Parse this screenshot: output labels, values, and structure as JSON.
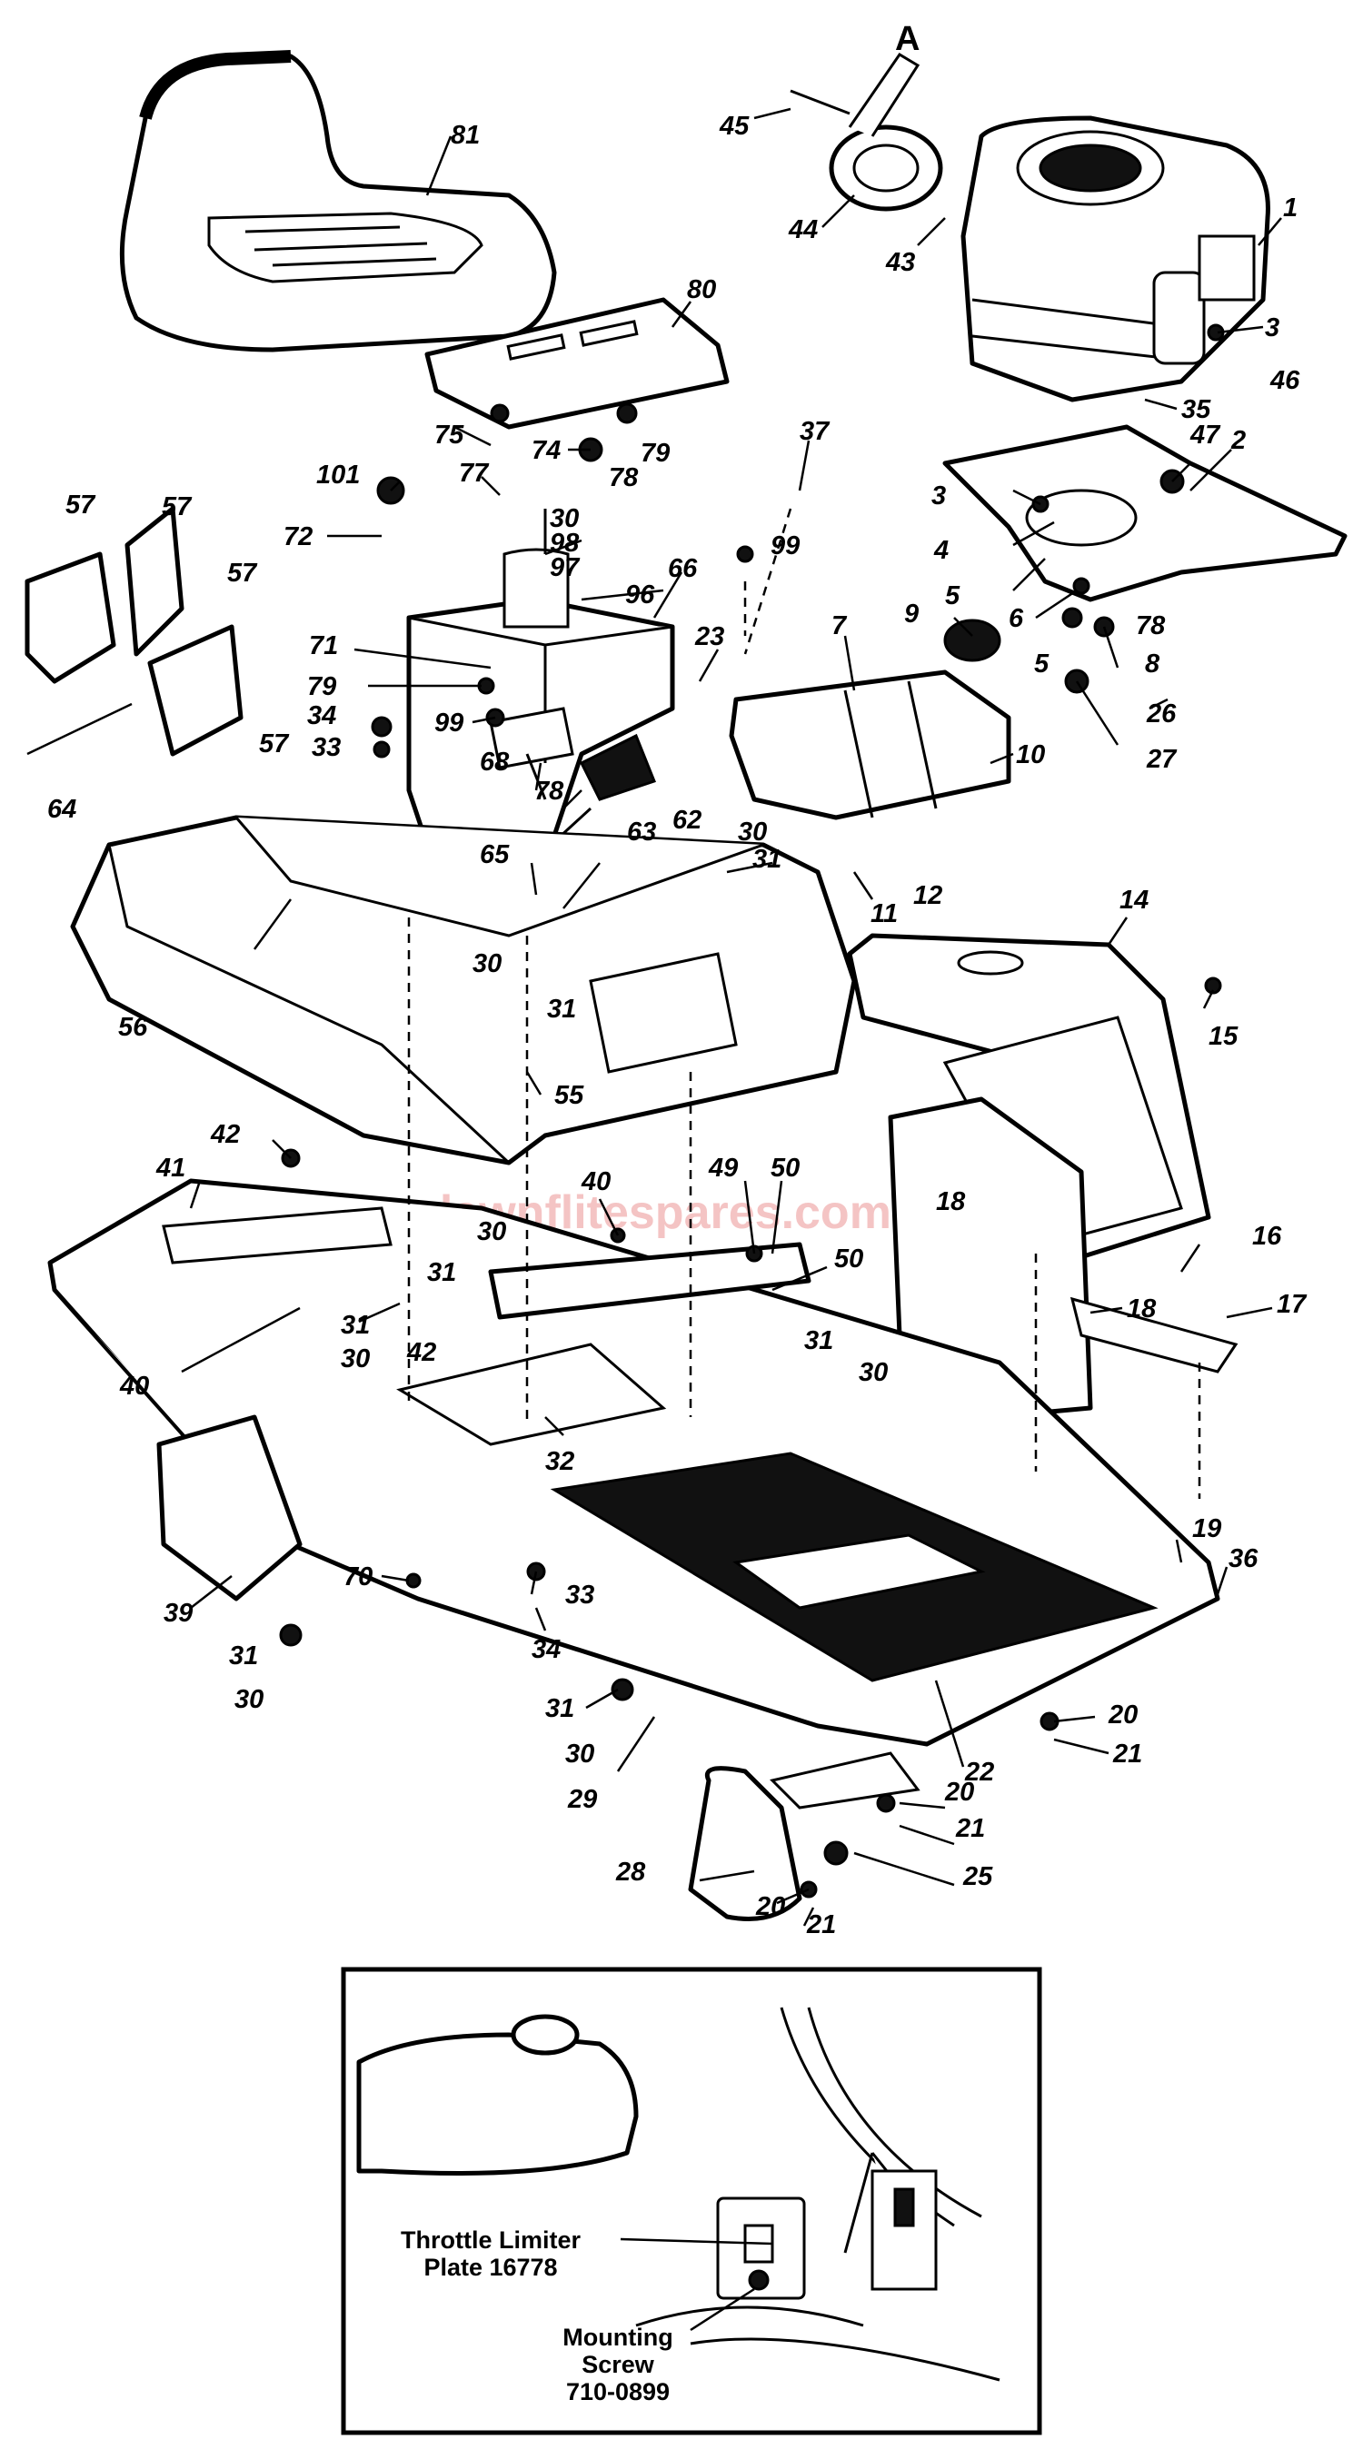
{
  "diagram": {
    "watermark": "www.lawnflitespares.com",
    "section_marker": "A",
    "callouts": [
      {
        "id": "c81",
        "label": "81"
      },
      {
        "id": "c80",
        "label": "80"
      },
      {
        "id": "c45",
        "label": "45"
      },
      {
        "id": "c44",
        "label": "44"
      },
      {
        "id": "c43",
        "label": "43"
      },
      {
        "id": "c1",
        "label": "1"
      },
      {
        "id": "c3a",
        "label": "3"
      },
      {
        "id": "c46",
        "label": "46"
      },
      {
        "id": "c35",
        "label": "35"
      },
      {
        "id": "c47",
        "label": "47"
      },
      {
        "id": "c2",
        "label": "2"
      },
      {
        "id": "c75",
        "label": "75"
      },
      {
        "id": "c74",
        "label": "74"
      },
      {
        "id": "c79a",
        "label": "79"
      },
      {
        "id": "c78a",
        "label": "78"
      },
      {
        "id": "c37",
        "label": "37"
      },
      {
        "id": "c101",
        "label": "101"
      },
      {
        "id": "c77",
        "label": "77"
      },
      {
        "id": "c30a",
        "label": "30"
      },
      {
        "id": "c98",
        "label": "98"
      },
      {
        "id": "c97",
        "label": "97"
      },
      {
        "id": "c99a",
        "label": "99"
      },
      {
        "id": "c72",
        "label": "72"
      },
      {
        "id": "c96",
        "label": "96"
      },
      {
        "id": "c66",
        "label": "66"
      },
      {
        "id": "c3b",
        "label": "3"
      },
      {
        "id": "c4",
        "label": "4"
      },
      {
        "id": "c5a",
        "label": "5"
      },
      {
        "id": "c6",
        "label": "6"
      },
      {
        "id": "c57a",
        "label": "57"
      },
      {
        "id": "c57b",
        "label": "57"
      },
      {
        "id": "c57c",
        "label": "57"
      },
      {
        "id": "c57d",
        "label": "57"
      },
      {
        "id": "c9",
        "label": "9"
      },
      {
        "id": "c7",
        "label": "7"
      },
      {
        "id": "c23",
        "label": "23"
      },
      {
        "id": "c71",
        "label": "71"
      },
      {
        "id": "c79b",
        "label": "79"
      },
      {
        "id": "c5b",
        "label": "5"
      },
      {
        "id": "c78b",
        "label": "78"
      },
      {
        "id": "c8",
        "label": "8"
      },
      {
        "id": "c26",
        "label": "26"
      },
      {
        "id": "c34a",
        "label": "34"
      },
      {
        "id": "c99b",
        "label": "99"
      },
      {
        "id": "c33a",
        "label": "33"
      },
      {
        "id": "c68",
        "label": "68"
      },
      {
        "id": "c78c",
        "label": "78"
      },
      {
        "id": "c27",
        "label": "27"
      },
      {
        "id": "c10",
        "label": "10"
      },
      {
        "id": "c64",
        "label": "64"
      },
      {
        "id": "c63",
        "label": "63"
      },
      {
        "id": "c62",
        "label": "62"
      },
      {
        "id": "c30b",
        "label": "30"
      },
      {
        "id": "c31a",
        "label": "31"
      },
      {
        "id": "c65",
        "label": "65"
      },
      {
        "id": "c11",
        "label": "11"
      },
      {
        "id": "c12",
        "label": "12"
      },
      {
        "id": "c14",
        "label": "14"
      },
      {
        "id": "c30c",
        "label": "30"
      },
      {
        "id": "c31b",
        "label": "31"
      },
      {
        "id": "c15",
        "label": "15"
      },
      {
        "id": "c56",
        "label": "56"
      },
      {
        "id": "c55",
        "label": "55"
      },
      {
        "id": "c42a",
        "label": "42"
      },
      {
        "id": "c40a",
        "label": "40"
      },
      {
        "id": "c49",
        "label": "49"
      },
      {
        "id": "c50a",
        "label": "50"
      },
      {
        "id": "c41",
        "label": "41"
      },
      {
        "id": "c18a",
        "label": "18"
      },
      {
        "id": "c16",
        "label": "16"
      },
      {
        "id": "c30d",
        "label": "30"
      },
      {
        "id": "c50b",
        "label": "50"
      },
      {
        "id": "c18b",
        "label": "18"
      },
      {
        "id": "c31c",
        "label": "31"
      },
      {
        "id": "c31d",
        "label": "31"
      },
      {
        "id": "c42b",
        "label": "42"
      },
      {
        "id": "c17",
        "label": "17"
      },
      {
        "id": "c40b",
        "label": "40"
      },
      {
        "id": "c30e",
        "label": "30"
      },
      {
        "id": "c31e",
        "label": "31"
      },
      {
        "id": "c30f",
        "label": "30"
      },
      {
        "id": "c32",
        "label": "32"
      },
      {
        "id": "c19",
        "label": "19"
      },
      {
        "id": "c36",
        "label": "36"
      },
      {
        "id": "c70",
        "label": "70"
      },
      {
        "id": "c33b",
        "label": "33"
      },
      {
        "id": "c39",
        "label": "39"
      },
      {
        "id": "c34b",
        "label": "34"
      },
      {
        "id": "c31f",
        "label": "31"
      },
      {
        "id": "c30g",
        "label": "30"
      },
      {
        "id": "c31g",
        "label": "31"
      },
      {
        "id": "c30h",
        "label": "30"
      },
      {
        "id": "c20a",
        "label": "20"
      },
      {
        "id": "c21a",
        "label": "21"
      },
      {
        "id": "c22",
        "label": "22"
      },
      {
        "id": "c29",
        "label": "29"
      },
      {
        "id": "c20b",
        "label": "20"
      },
      {
        "id": "c21b",
        "label": "21"
      },
      {
        "id": "c28",
        "label": "28"
      },
      {
        "id": "c25",
        "label": "25"
      },
      {
        "id": "c20c",
        "label": "20"
      },
      {
        "id": "c21c",
        "label": "21"
      }
    ]
  },
  "inset": {
    "throttle_label_line1": "Throttle Limiter",
    "throttle_label_line2": "Plate 16778",
    "screw_label_line1": "Mounting",
    "screw_label_line2": "Screw",
    "screw_label_line3": "710-0899"
  }
}
